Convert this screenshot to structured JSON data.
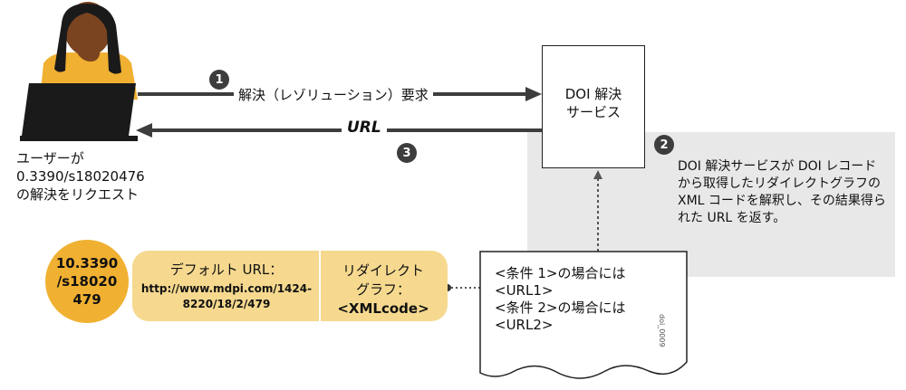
{
  "user": {
    "caption_lines": [
      "ユーザーが",
      "0.3390/s18020476",
      "の解決をリクエスト"
    ]
  },
  "steps": {
    "step1": {
      "number": "1",
      "label": "解決（レゾリューション）要求"
    },
    "step2": {
      "number": "2",
      "description": "DOI 解決サービスが DOI レコードから取得したリダイレクトグラフの XML コードを解釈し、その結果得られた URL を返す。"
    },
    "step3": {
      "number": "3",
      "label": "URL"
    }
  },
  "service": {
    "title_lines": [
      "DOI 解決",
      "サービス"
    ]
  },
  "doi": {
    "lines": [
      "10.3390",
      "/s18020",
      "479"
    ]
  },
  "record": {
    "default_url_label": "デフォルト URL：",
    "default_url_value": "http://www.mdpi.com/1424-8220/18/2/479",
    "redirect_label_lines": [
      "リダイレクト",
      "グラフ："
    ],
    "redirect_code": "<XMLcode>"
  },
  "document": {
    "lines": [
      "<条件 1>の場合には",
      "<URL1>",
      "<条件 2>の場合には",
      "<URL2>"
    ],
    "figure_code": "doi_0009"
  },
  "colors": {
    "skin": "#7a4420",
    "hair": "#1a1a1a",
    "shirt": "#f0b031",
    "laptop": "#1a1a1a",
    "arrow": "#3d3d3d",
    "panel": "#e8e8e8",
    "card": "#f6d98f",
    "circle": "#f0b031"
  },
  "icons": [
    "user-person-icon",
    "laptop-icon",
    "document-icon"
  ]
}
